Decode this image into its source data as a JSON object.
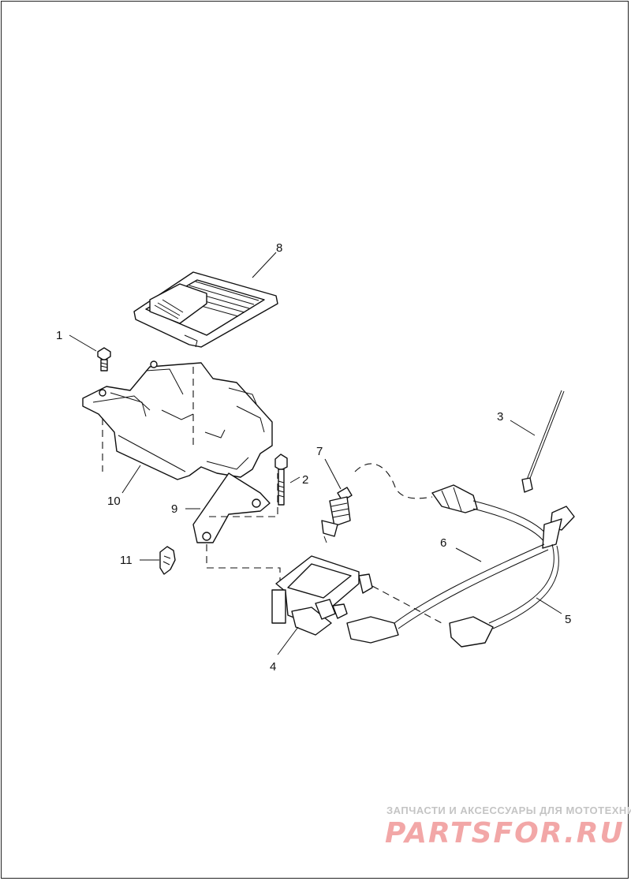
{
  "callouts": [
    {
      "id": "1",
      "label": "1"
    },
    {
      "id": "2",
      "label": "2"
    },
    {
      "id": "3",
      "label": "3"
    },
    {
      "id": "4",
      "label": "4"
    },
    {
      "id": "5",
      "label": "5"
    },
    {
      "id": "6",
      "label": "6"
    },
    {
      "id": "7",
      "label": "7"
    },
    {
      "id": "8",
      "label": "8"
    },
    {
      "id": "9",
      "label": "9"
    },
    {
      "id": "10",
      "label": "10"
    },
    {
      "id": "11",
      "label": "11"
    }
  ],
  "watermark": {
    "tagline": "ЗАПЧАСТИ И АКСЕССУАРЫ ДЛЯ МОТОТЕХНИКИ",
    "logo": "PARTSFOR.RU"
  },
  "colors": {
    "line": "#111111",
    "watermark_logo": "#f2a7a7",
    "watermark_text": "#c4c4c4"
  }
}
